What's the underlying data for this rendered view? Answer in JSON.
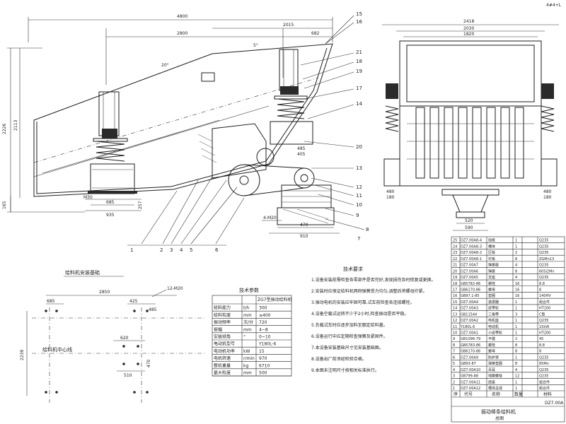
{
  "corner_text": "4#4+L",
  "side_view": {
    "dims_top": [
      "4800",
      "2800",
      "2015",
      "682"
    ],
    "angle_label": "5°",
    "angle_label_2": "20°",
    "dims_left": [
      "2226",
      "2113",
      "165"
    ],
    "dims_bottom": [
      "M30",
      "685",
      "935",
      "485",
      "405",
      "4-M20",
      "470",
      "910",
      "257"
    ],
    "callouts": [
      "15",
      "16",
      "21",
      "18",
      "19",
      "17",
      "14",
      "20",
      "13",
      "12",
      "11",
      "10",
      "9",
      "8",
      "7",
      "1",
      "2",
      "3",
      "4",
      "5",
      "6"
    ]
  },
  "end_view": {
    "dims_top": [
      "2418",
      "2030",
      "1820"
    ],
    "dims_side": [
      "480",
      "480",
      "180",
      "180"
    ],
    "dims_bottom": [
      "520",
      "590"
    ]
  },
  "foundation_plan": {
    "title": "给料机安装基础",
    "dims": [
      "2850",
      "685",
      "425",
      "485",
      "12-M20",
      "620",
      "510",
      "2239",
      "470"
    ],
    "label": "给料机中心线"
  },
  "tech_params": {
    "title": "技术参数",
    "header": [
      "",
      "",
      "ZG7型振动给料机"
    ],
    "rows": [
      [
        "给料能力",
        "t/h",
        "300"
      ],
      [
        "给料粒度",
        "mm",
        "≤400"
      ],
      [
        "振动频率",
        "次/分",
        "720"
      ],
      [
        "振幅",
        "mm",
        "4~8"
      ],
      [
        "安装倾角",
        "°",
        "0~10"
      ],
      [
        "电动机型号",
        "",
        "Y180L-6"
      ],
      [
        "电动机功率",
        "kW",
        "15"
      ],
      [
        "电机转速",
        "r/min",
        "970"
      ],
      [
        "整机重量",
        "kg",
        "6710"
      ],
      [
        "最大粒度",
        "mm",
        "500"
      ]
    ]
  },
  "tech_requirements": {
    "title": "技术要求",
    "items": [
      "1.设备安装前需检查各零部件是否完好,发现损伤及时修复或更换。",
      "2.安装时应保证给料机两侧弹簧受力均匀,调整后将螺母拧紧。",
      "3.振动电机的安装应牢固可靠,试车前检查各连接螺栓。",
      "4.设备空载试运转不少于2小时,检查振动是否平稳。",
      "5.负载试车时应逐步加料至额定给料量。",
      "6.设备运行中应定期检查弹簧及紧固件。",
      "7.本设备安装基础尺寸见安装基础图。",
      "8.设备出厂前须经检验合格。",
      "9.本图未注明尺寸按相关标准执行。"
    ]
  },
  "parts_list": {
    "rows": [
      [
        "25",
        "DZ7.00A8-4",
        "挡板",
        "1",
        "",
        "Q235"
      ],
      [
        "24",
        "DZ7.00A8-3",
        "槽体",
        "1",
        "",
        "Q235"
      ],
      [
        "23",
        "DZ7.00A8-2",
        "压板",
        "2",
        "",
        "Q235"
      ],
      [
        "22",
        "DZ7.00A8-1",
        "衬板",
        "8",
        "",
        "ZGMn13"
      ],
      [
        "21",
        "DZ7.00A7",
        "弹簧座",
        "4",
        "",
        "Q235"
      ],
      [
        "20",
        "DZ7.00A6",
        "弹簧",
        "8",
        "",
        "60Si2Mn"
      ],
      [
        "19",
        "DZ7.00A5",
        "支座",
        "4",
        "",
        "Q235"
      ],
      [
        "18",
        "GB5782-86",
        "螺栓",
        "16",
        "",
        "8.8"
      ],
      [
        "17",
        "GB6170-86",
        "螺母",
        "16",
        "",
        "8"
      ],
      [
        "16",
        "GB97.1-85",
        "垫圈",
        "16",
        "",
        "140HV"
      ],
      [
        "15",
        "DZ7.00A4",
        "激振器",
        "1",
        "",
        "组合件"
      ],
      [
        "14",
        "DZ7.00A3",
        "皮带轮",
        "1",
        "",
        "HT200"
      ],
      [
        "13",
        "GB11544",
        "三角带",
        "3",
        "",
        "C型"
      ],
      [
        "12",
        "DZ7.00A2",
        "电机座",
        "1",
        "",
        "Q235"
      ],
      [
        "11",
        "Y180L-6",
        "电动机",
        "1",
        "",
        "15kW"
      ],
      [
        "10",
        "DZ7.00A1",
        "小皮带轮",
        "1",
        "",
        "HT200"
      ],
      [
        "9",
        "GB1096-79",
        "平键",
        "2",
        "",
        "45"
      ],
      [
        "8",
        "GB5783-86",
        "螺栓",
        "8",
        "",
        "8.8"
      ],
      [
        "7",
        "GB6170-86",
        "螺母",
        "8",
        "",
        "8"
      ],
      [
        "6",
        "DZ7.00A9",
        "防护罩",
        "1",
        "",
        "Q235"
      ],
      [
        "5",
        "GB93-87",
        "弹簧垫圈",
        "8",
        "",
        "65Mn"
      ],
      [
        "4",
        "DZ7.00A10",
        "吊耳",
        "4",
        "",
        "Q235"
      ],
      [
        "3",
        "GB799-88",
        "地脚螺栓",
        "12",
        "",
        "Q235"
      ],
      [
        "2",
        "DZ7.00A11",
        "底座",
        "1",
        "",
        "组合件"
      ],
      [
        "1",
        "DZ7.00A12",
        "槽体总成",
        "1",
        "",
        "组合件"
      ]
    ],
    "header": [
      "序",
      "代号",
      "名称",
      "数量",
      "",
      "材料"
    ],
    "title_block": {
      "code": "DZ7.00A",
      "name": "振动棒条给料机",
      "sub": "总图"
    }
  }
}
